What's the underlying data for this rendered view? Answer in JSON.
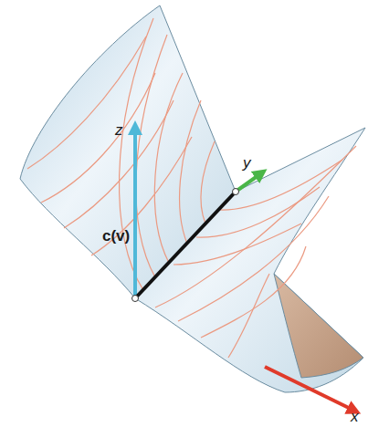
{
  "diagram": {
    "labels": [
      "z",
      "y",
      "c(v)",
      "x"
    ]
  }
}
